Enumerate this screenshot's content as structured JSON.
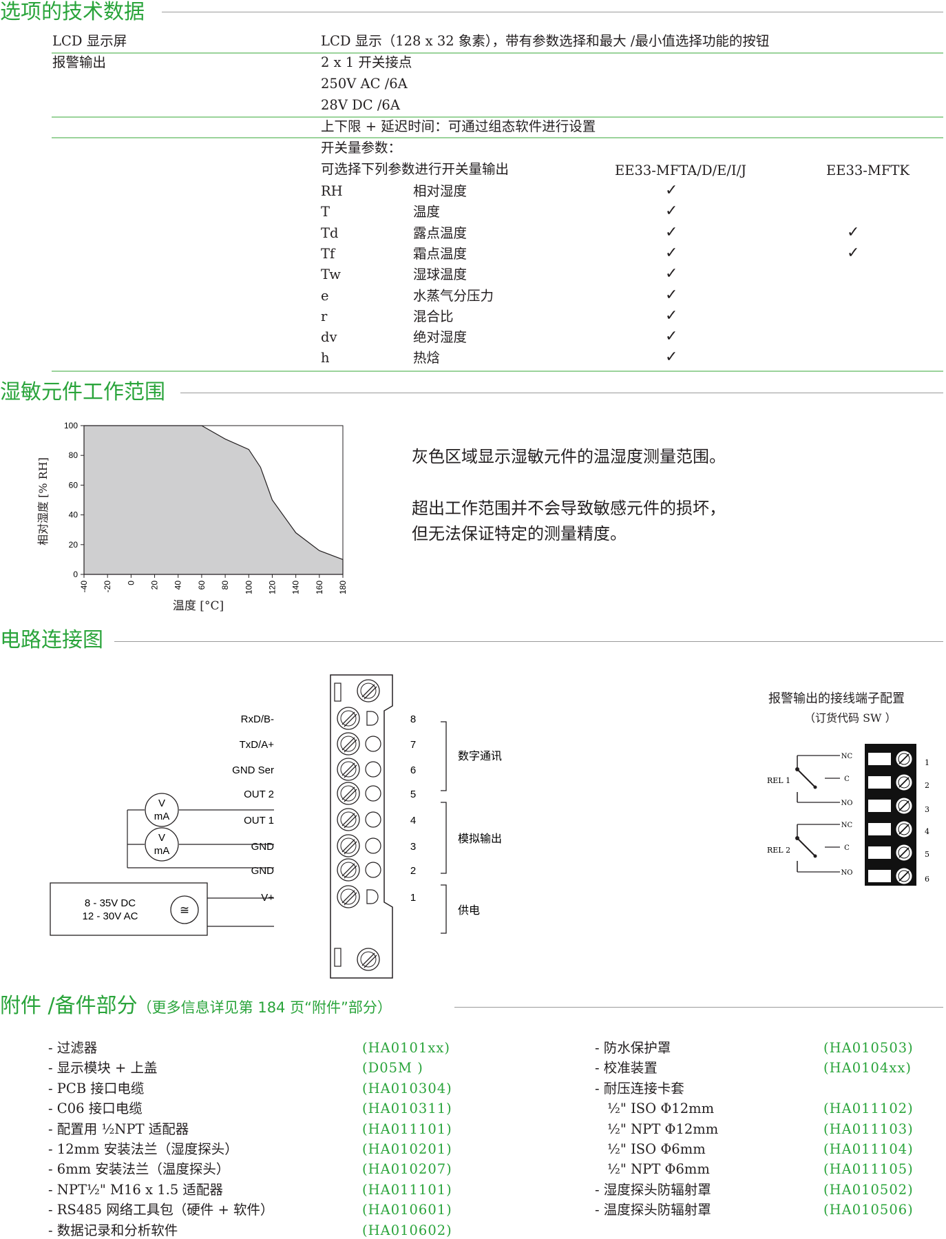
{
  "sections": {
    "options": "选项的技术数据",
    "range": "湿敏元件工作范围",
    "wiring": "电路连接图",
    "accessories": "附件 /备件部分",
    "accessories_sub": "（更多信息详见第 184 页“附件”部分）"
  },
  "spec": {
    "lcd_label": "LCD 显示屏",
    "lcd_value": "LCD 显示（128 x 32 象素），带有参数选择和最大 /最小值选择功能的按钮",
    "alarm_label": "报警输出",
    "alarm_values": [
      "2 x 1 开关接点",
      "250V AC /6A",
      "28V DC /6A"
    ],
    "limits": "上下限 + 延迟时间：可通过组态软件进行设置",
    "switch_param": "开关量参数：",
    "switch_select": "可选择下列参数进行开关量输出",
    "col_a": "EE33-MFTA/D/E/I/J",
    "col_b": "EE33-MFTK",
    "check": "✓",
    "params": [
      {
        "code": "RH",
        "name": "相对湿度",
        "a": true,
        "b": false
      },
      {
        "code": "T",
        "name": "温度",
        "a": true,
        "b": false
      },
      {
        "code": "Td",
        "name": "露点温度",
        "a": true,
        "b": true
      },
      {
        "code": "Tf",
        "name": "霜点温度",
        "a": true,
        "b": true
      },
      {
        "code": "Tw",
        "name": "湿球温度",
        "a": true,
        "b": false
      },
      {
        "code": "e",
        "name": "水蒸气分压力",
        "a": true,
        "b": false
      },
      {
        "code": "r",
        "name": "混合比",
        "a": true,
        "b": false
      },
      {
        "code": "dv",
        "name": "绝对湿度",
        "a": true,
        "b": false
      },
      {
        "code": "h",
        "name": "热焓",
        "a": true,
        "b": false
      }
    ]
  },
  "chart_data": {
    "type": "area",
    "xlabel": "温度 [°C]",
    "ylabel": "相对湿度 [% RH]",
    "xlim": [
      -40,
      180
    ],
    "ylim": [
      0,
      100
    ],
    "xticks": [
      "-40",
      "-20",
      "0",
      "20",
      "40",
      "60",
      "80",
      "100",
      "120",
      "140",
      "160",
      "180"
    ],
    "yticks": [
      "0",
      "20",
      "40",
      "60",
      "80",
      "100"
    ],
    "series": [
      {
        "x": [
          -40,
          60,
          80,
          100,
          110,
          120,
          140,
          160,
          180
        ],
        "y": [
          100,
          100,
          91,
          84,
          72,
          50,
          28,
          16,
          10
        ]
      }
    ],
    "fill": "#cfcfd0"
  },
  "range_desc": {
    "line1": "灰色区域显示湿敏元件的温湿度测量范围。",
    "line2": "超出工作范围并不会导致敏感元件的损坏，",
    "line3": "但无法保证特定的测量精度。"
  },
  "wiring": {
    "pins": [
      {
        "label": "RxD/B-",
        "num": "8"
      },
      {
        "label": "TxD/A+",
        "num": "7"
      },
      {
        "label": "GND Ser",
        "num": "6"
      },
      {
        "label": "OUT 2",
        "num": "5"
      },
      {
        "label": "OUT 1",
        "num": "4"
      },
      {
        "label": "GND",
        "num": "3"
      },
      {
        "label": "GND",
        "num": "2"
      },
      {
        "label": "V+",
        "num": "1"
      }
    ],
    "groups": [
      "数字通讯",
      "模拟输出",
      "供电"
    ],
    "meter_v": "V",
    "meter_ma": "mA",
    "supply_line1": "8 - 35V DC",
    "supply_line2": "12 - 30V AC",
    "supply_symbol": "≅",
    "relay_title": "报警输出的接线端子配置",
    "relay_sub": "（订货代码 SW ）",
    "relay1": "REL 1",
    "relay2": "REL 2",
    "contacts": [
      "NC",
      "C",
      "NO",
      "NC",
      "C",
      "NO"
    ],
    "terminals": [
      "1",
      "2",
      "3",
      "4",
      "5",
      "6"
    ]
  },
  "accessories": {
    "left": [
      {
        "name": "- 过滤器",
        "code": "(HA0101xx)"
      },
      {
        "name": "- 显示模块 + 上盖",
        "code": "(D05M )"
      },
      {
        "name": "- PCB 接口电缆",
        "code": "(HA010304)"
      },
      {
        "name": "- C06 接口电缆",
        "code": "(HA010311)"
      },
      {
        "name": "- 配置用 ½NPT 适配器",
        "code": "(HA011101)"
      },
      {
        "name": "- 12mm 安装法兰（湿度探头）",
        "code": "(HA010201)"
      },
      {
        "name": "- 6mm 安装法兰（温度探头）",
        "code": "(HA010207)"
      },
      {
        "name": "- NPT½\" M16 x 1.5 适配器",
        "code": "(HA011101)"
      },
      {
        "name": "- RS485 网络工具包（硬件 + 软件）",
        "code": "(HA010601)"
      },
      {
        "name": "- 数据记录和分析软件",
        "code": "(HA010602)"
      }
    ],
    "right": [
      {
        "name": "- 防水保护罩",
        "code": "(HA010503)"
      },
      {
        "name": "- 校准装置",
        "code": "(HA0104xx)"
      },
      {
        "name": "- 耐压连接卡套",
        "code": ""
      },
      {
        "name": "½\" ISO Φ12mm",
        "code": "(HA011102)"
      },
      {
        "name": "½\" NPT Φ12mm",
        "code": "(HA011103)"
      },
      {
        "name": "½\" ISO Φ6mm",
        "code": "(HA011104)"
      },
      {
        "name": "½\" NPT Φ6mm",
        "code": "(HA011105)"
      },
      {
        "name": "- 湿度探头防辐射罩",
        "code": "(HA010502)"
      },
      {
        "name": "- 温度探头防辐射罩",
        "code": "(HA010506)"
      }
    ]
  }
}
